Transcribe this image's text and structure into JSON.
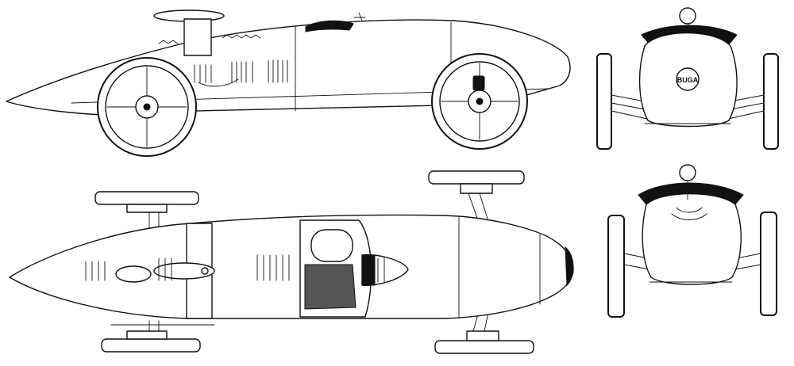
{
  "drawing": {
    "line_color": "#111111",
    "background": "#ffffff",
    "views": [
      "side",
      "top",
      "front",
      "rear"
    ]
  },
  "badge": {
    "text": "BUGA"
  }
}
